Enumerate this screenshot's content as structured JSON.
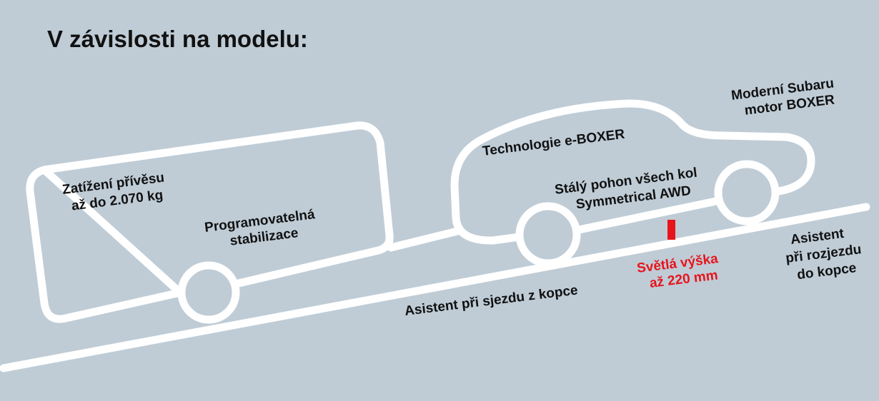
{
  "title": "V závislosti na modelu:",
  "labels": {
    "trailer_load": [
      "Zatížení přívěsu",
      "až do 2.070 kg"
    ],
    "stabilization": [
      "Programovatelná",
      "stabilizace"
    ],
    "eboxer": "Technologie e-BOXER",
    "awd": [
      "Stálý pohon všech kol",
      "Symmetrical AWD"
    ],
    "boxer": [
      "Moderní Subaru",
      "motor BOXER"
    ],
    "hill_descent": "Asistent při sjezdu z kopce",
    "ground_clearance": [
      "Světlá výška",
      "až 220 mm"
    ],
    "hill_start": [
      "Asistent",
      "při rozjezdu",
      "do kopce"
    ]
  },
  "colors": {
    "background": "#bfccd6",
    "outline": "#ffffff",
    "highlight": "#e8141c"
  }
}
